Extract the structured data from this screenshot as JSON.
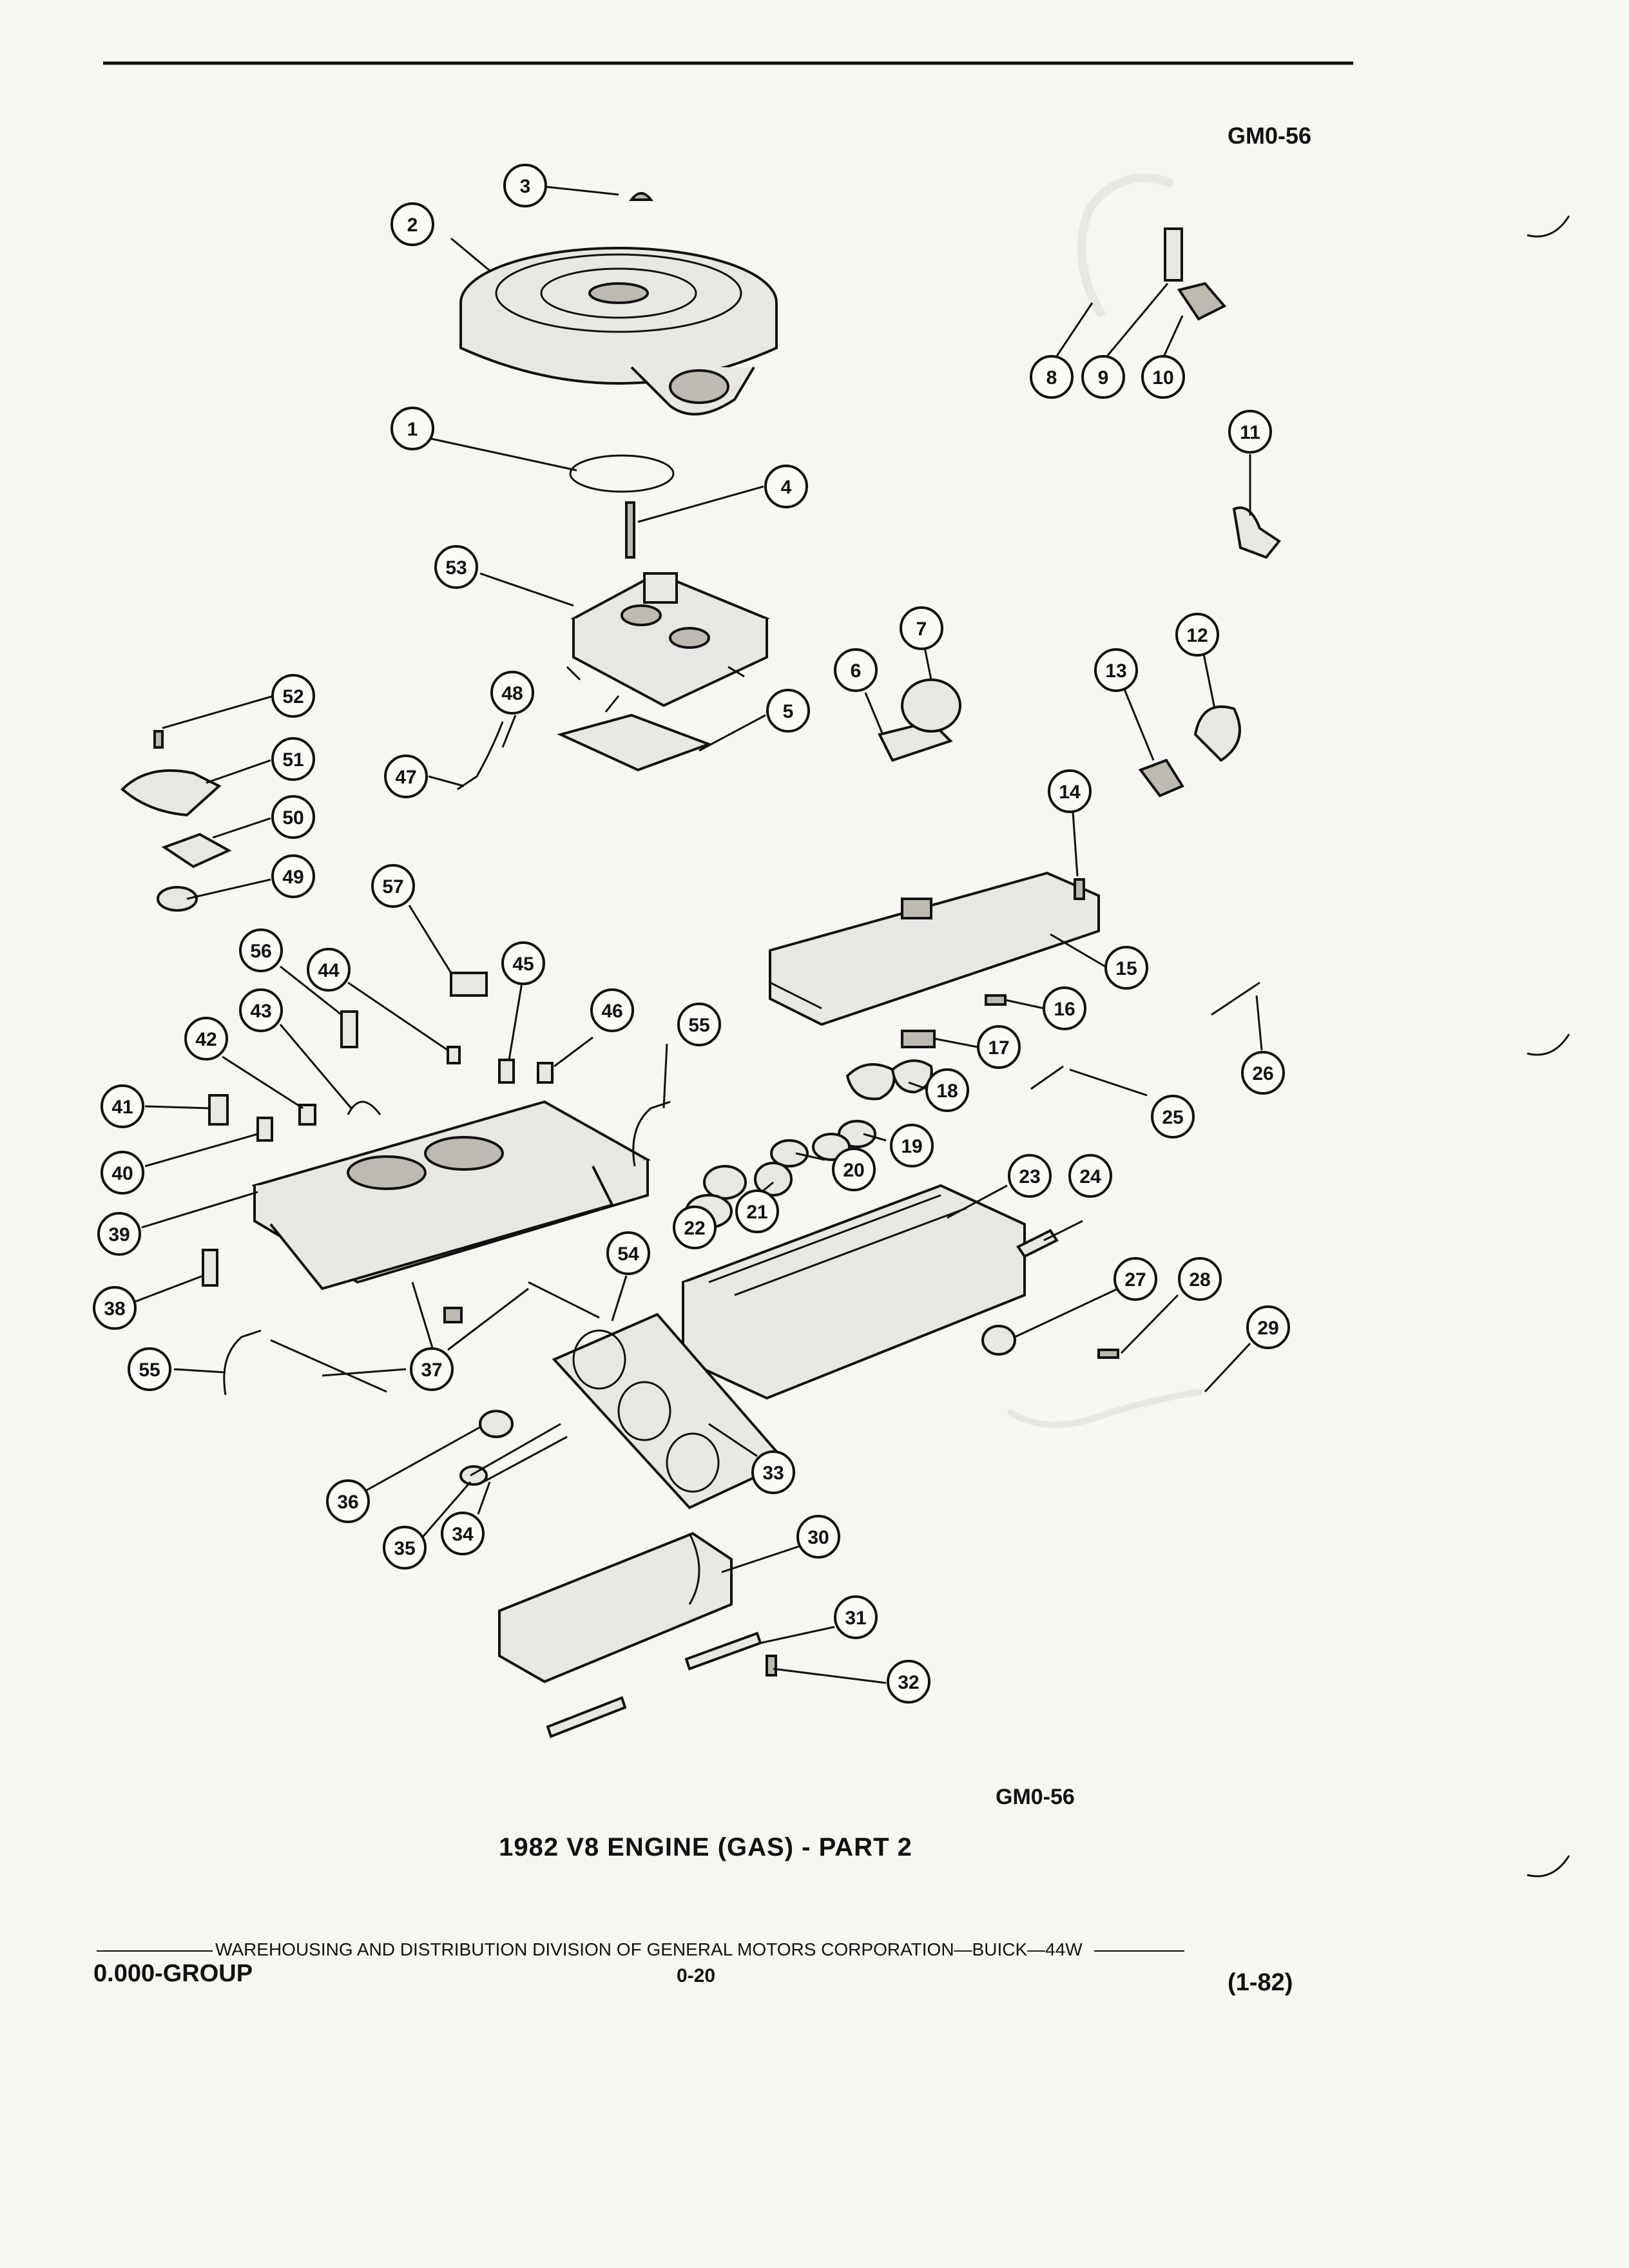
{
  "header": {
    "code_top": "GM0-56",
    "code_bottom": "GM0-56"
  },
  "title": "1982 V8 ENGINE (GAS) - PART 2",
  "footer": {
    "distribution": "WAREHOUSING AND DISTRIBUTION  DIVISION OF GENERAL MOTORS CORPORATION—BUICK—44W",
    "group": "0.000-GROUP",
    "page": "0-20",
    "date": "(1-82)"
  },
  "callouts": [
    "1",
    "2",
    "3",
    "4",
    "5",
    "6",
    "7",
    "8",
    "9",
    "10",
    "11",
    "12",
    "13",
    "14",
    "15",
    "16",
    "17",
    "18",
    "19",
    "20",
    "21",
    "22",
    "23",
    "24",
    "25",
    "26",
    "27",
    "28",
    "29",
    "30",
    "31",
    "32",
    "33",
    "34",
    "35",
    "36",
    "37",
    "38",
    "39",
    "40",
    "41",
    "42",
    "43",
    "44",
    "45",
    "46",
    "47",
    "48",
    "49",
    "50",
    "51",
    "52",
    "53",
    "54",
    "55",
    "55",
    "56",
    "57"
  ]
}
